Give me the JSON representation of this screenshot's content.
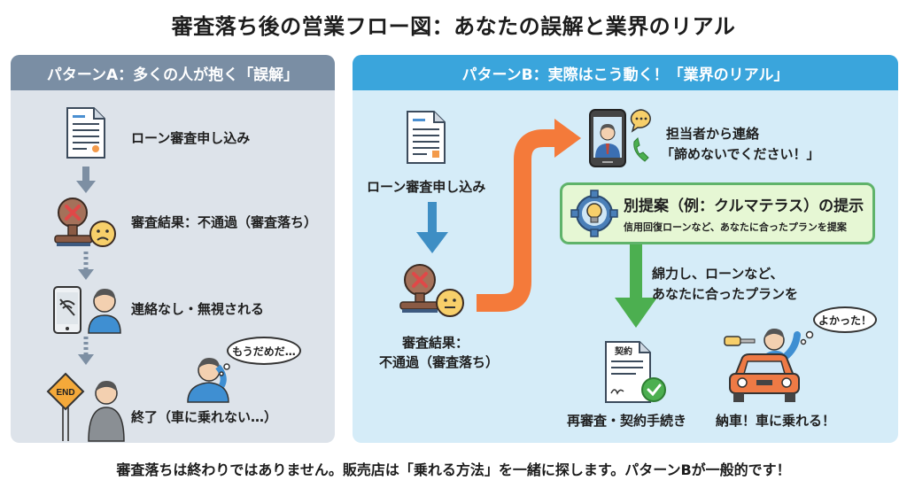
{
  "title": "審査落ち後の営業フロー図：あなたの誤解と業界のリアル",
  "footer": "審査落ちは終わりではありません。販売店は「乗れる方法」を一緒に探します。パターンBが一般的です！",
  "pattern_a": {
    "header": "パターンA：多くの人が抱く「誤解」",
    "steps": [
      {
        "label": "ローン審査申し込み",
        "icon": "document-icon"
      },
      {
        "label": "審査結果：不通過（審査落ち）",
        "icon": "rejected-stamp-icon"
      },
      {
        "label": "連絡なし・無視される",
        "icon": "no-signal-phone-icon"
      },
      {
        "label": "終了（車に乗れない…）",
        "icon": "end-sign-icon"
      }
    ],
    "thought_bubble": "もうだめだ…",
    "colors": {
      "header": "#7a8ea4",
      "background": "#dde3ea",
      "arrow": "#7d8fa3"
    }
  },
  "pattern_b": {
    "header": "パターンB：実際はこう動く！「業界のリアル」",
    "steps": {
      "apply": "ローン審査申し込み",
      "result_line1": "審査結果：",
      "result_line2": "不通過（審査落ち）",
      "contact_line1": "担当者から連絡",
      "contact_line2": "「諦めないでください！」",
      "proposal_title": "別提案（例：クルマテラス）の提示",
      "proposal_sub": "信用回復ローンなど、あなたに合ったプランを提案",
      "support_line1": "綿力し、ローンなど、",
      "support_line2": "あなたに合ったプランを",
      "contract": "再審査・契約手続き",
      "contract_doc_label": "契約",
      "delivery": "納車！車に乗れる！"
    },
    "thought_bubble": "よかった！",
    "colors": {
      "header": "#3aa5dc",
      "background": "#d5ecf8",
      "orange_arrow": "#f47a3a",
      "green_arrow": "#4caf50",
      "blue_arrow": "#3e8ec4"
    }
  },
  "end_sign_text": "END"
}
